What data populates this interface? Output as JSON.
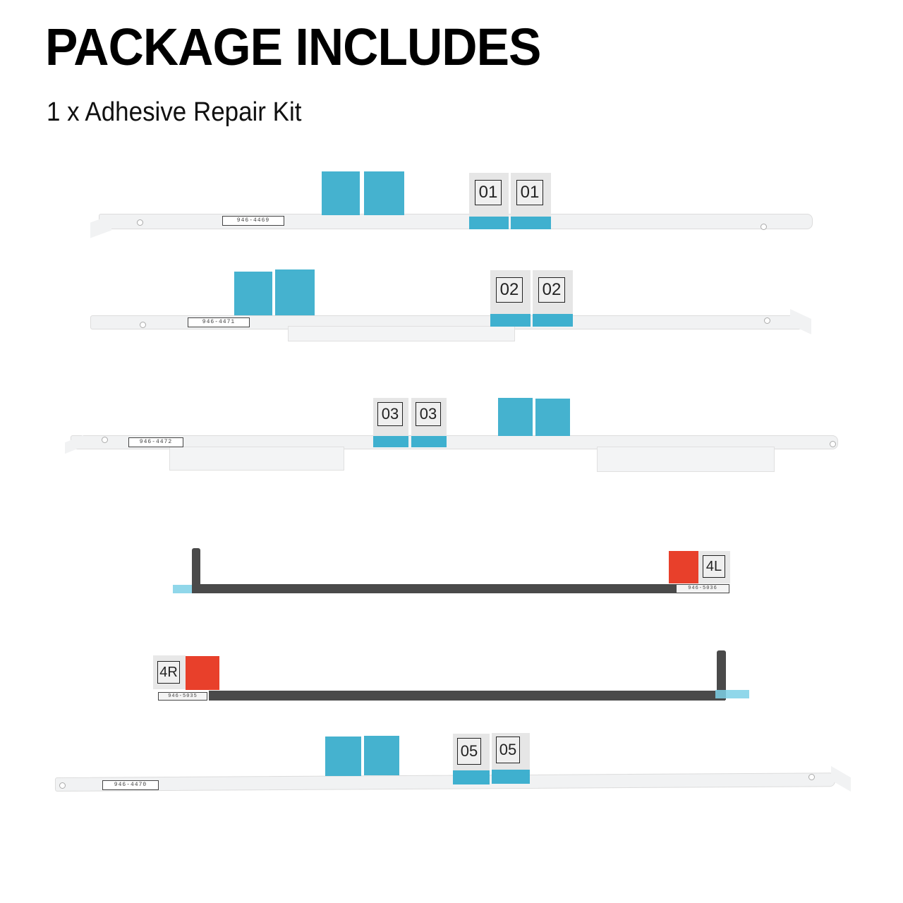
{
  "header": {
    "title": "PACKAGE INCLUDES",
    "subtitle": "1 x Adhesive Repair Kit"
  },
  "colors": {
    "adhesive_blue": "#45b2cf",
    "strip_white": "#f1f2f3",
    "strip_dark": "#4a4a4a",
    "liner_red": "#e8402b"
  },
  "strips": [
    {
      "part_number": "946-4469",
      "tab_labels": [
        "01",
        "01"
      ]
    },
    {
      "part_number": "946-4471",
      "tab_labels": [
        "02",
        "02"
      ]
    },
    {
      "part_number": "946-4472",
      "tab_labels": [
        "03",
        "03"
      ]
    },
    {
      "part_number": "946-5036",
      "tab_labels": [
        "4L"
      ]
    },
    {
      "part_number": "946-5035",
      "tab_labels": [
        "4R"
      ]
    },
    {
      "part_number": "946-4470",
      "tab_labels": [
        "05",
        "05"
      ]
    }
  ]
}
